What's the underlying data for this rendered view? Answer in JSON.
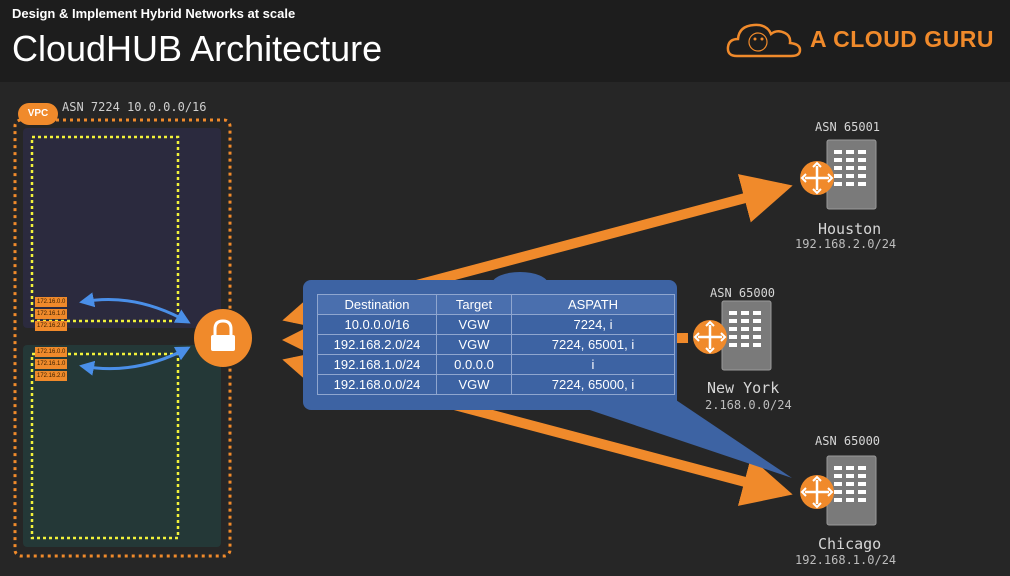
{
  "header": {
    "subtitle": "Design & Implement Hybrid Networks at scale",
    "title": "CloudHUB Architecture",
    "brand": "A CLOUD GURU"
  },
  "colors": {
    "accent": "#f08a2b",
    "vpc_top": "#2b2a3e",
    "vpc_bottom": "#243837",
    "subnet_border": "#f2f23a",
    "popup": "#3d63a3",
    "link_arrow": "#4a8fe8"
  },
  "vpc": {
    "badge": "VPC",
    "asn_label": "ASN 7224 10.0.0.0/16",
    "top_ips": [
      "172.16.0.0",
      "172.16.1.0",
      "172.16.2.0"
    ],
    "bottom_ips": [
      "172.16.0.0",
      "172.16.1.0",
      "172.16.2.0"
    ]
  },
  "gateway": {
    "icon": "lock-icon"
  },
  "sites": [
    {
      "asn": "ASN 65001",
      "name": "Houston",
      "subnet": "192.168.2.0/24"
    },
    {
      "asn": "ASN 65000",
      "name": "New York",
      "subnet": "2.168.0.0/24"
    },
    {
      "asn": "ASN 65000",
      "name": "Chicago",
      "subnet": "192.168.1.0/24"
    }
  ],
  "route_table": {
    "headers": [
      "Destination",
      "Target",
      "ASPATH"
    ],
    "rows": [
      [
        "10.0.0.0/16",
        "VGW",
        "7224, i"
      ],
      [
        "192.168.2.0/24",
        "VGW",
        "7224, 65001, i"
      ],
      [
        "192.168.1.0/24",
        "0.0.0.0",
        "i"
      ],
      [
        "192.168.0.0/24",
        "VGW",
        "7224, 65000, i"
      ]
    ]
  }
}
